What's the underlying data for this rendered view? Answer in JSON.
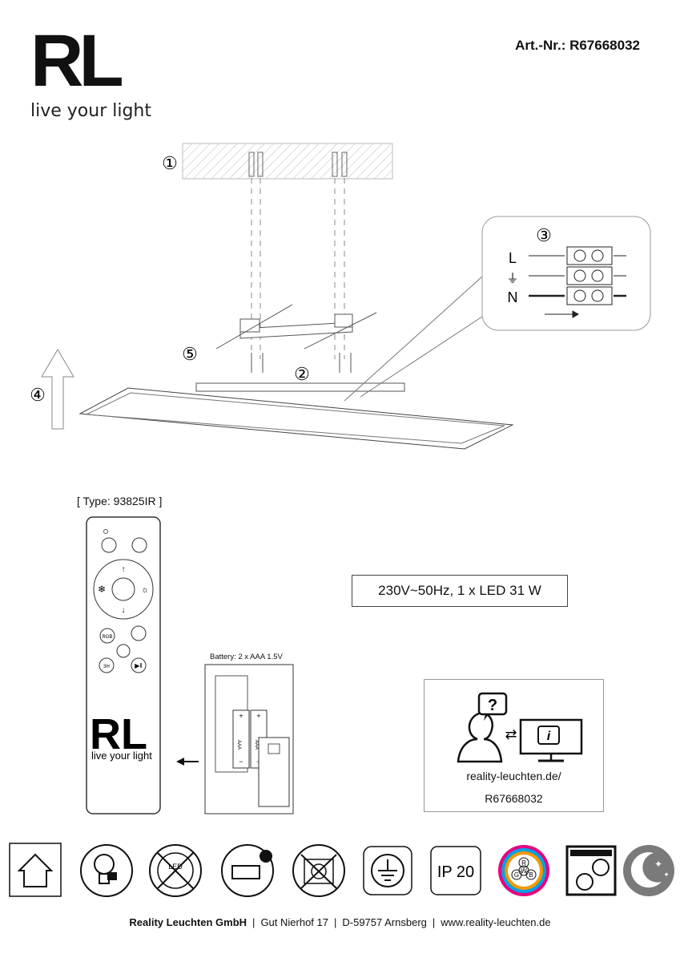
{
  "header": {
    "logo_text": "RL",
    "tagline": "live your light",
    "article_number": "Art.-Nr.: R67668032"
  },
  "diagram": {
    "steps": [
      "①",
      "②",
      "③",
      "④",
      "⑤"
    ],
    "terminal_labels": [
      "L",
      "⏚",
      "N"
    ]
  },
  "remote": {
    "type_label": "[ Type:  93825IR ]",
    "logo_text": "RL",
    "tagline": "live your light",
    "buttons": [
      "RGB",
      "3H"
    ],
    "battery_label": "Battery: 2 x AAA 1.5V",
    "battery_marks": [
      "+",
      "AAA",
      "−",
      "+",
      "AAA",
      "−"
    ]
  },
  "spec": "230V~50Hz, 1 x LED 31 W",
  "info": {
    "url": "reality-leuchten.de/",
    "article": "R67668032"
  },
  "icons": [
    "indoor-house-icon",
    "led-bulb-lock-icon",
    "led-not-replaceable-icon",
    "led-module-replaceable-icon",
    "no-dimmer-icon",
    "protective-earth-icon",
    "ip20-icon",
    "rgbw-icon",
    "ceiling-mount-icon",
    "night-light-icon"
  ],
  "icon_texts": {
    "ip": "IP 20",
    "rgbw": [
      "R",
      "G",
      "W",
      "B"
    ]
  },
  "footer": {
    "company": "Reality Leuchten GmbH",
    "street": "Gut Nierhof 17",
    "city": "D-59757 Arnsberg",
    "web": "www.reality-leuchten.de"
  }
}
